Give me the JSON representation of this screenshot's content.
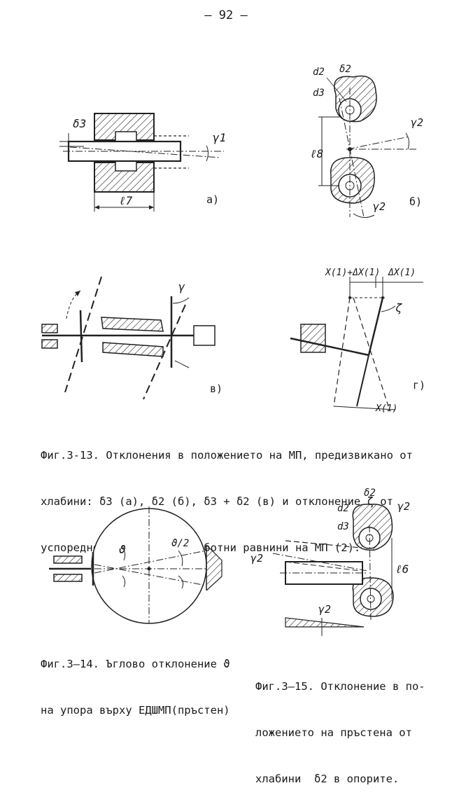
{
  "page_number": "– 92 –",
  "figure_3_13": {
    "panel_a": "а)",
    "panel_b": "б)",
    "panel_v": "в)",
    "panel_g": "г)",
    "labels": {
      "delta3": "δ3",
      "gamma1": "γ1",
      "l7": "ℓ7",
      "d2": "d2",
      "d3": "d3",
      "delta2": "δ2",
      "gamma2": "γ2",
      "l8": "ℓ8",
      "gamma": "γ",
      "x_plus_dx": "X(1)+ΔX(1)",
      "dx": "ΔX(1)",
      "zeta": "ζ",
      "x1": "X(1)"
    },
    "caption_lines": [
      "Фиг.3-13. Отклонения в положението на МП, предизвикано от",
      "хлабини: δ3 (а), δ2 (б), δ3 + δ2 (в) и отклонение ζ от",
      "успоредността на двете работни равнини на МП (2)."
    ]
  },
  "figure_3_14": {
    "labels": {
      "theta": "ϑ",
      "theta_half": "ϑ/2"
    },
    "caption_lines": [
      "Фиг.3–14. Ъглово отклонение ϑ",
      "на упора върху ЕДШМП(пръстен)"
    ]
  },
  "figure_3_15": {
    "labels": {
      "d2": "d2",
      "d3": "d3",
      "delta2": "δ2",
      "gamma2": "γ2",
      "l6": "ℓ6"
    },
    "caption_lines": [
      "Фиг.3–15. Отклонение в по-",
      "ложението на пръстена от",
      "хлабини  δ2 в опорите."
    ]
  }
}
